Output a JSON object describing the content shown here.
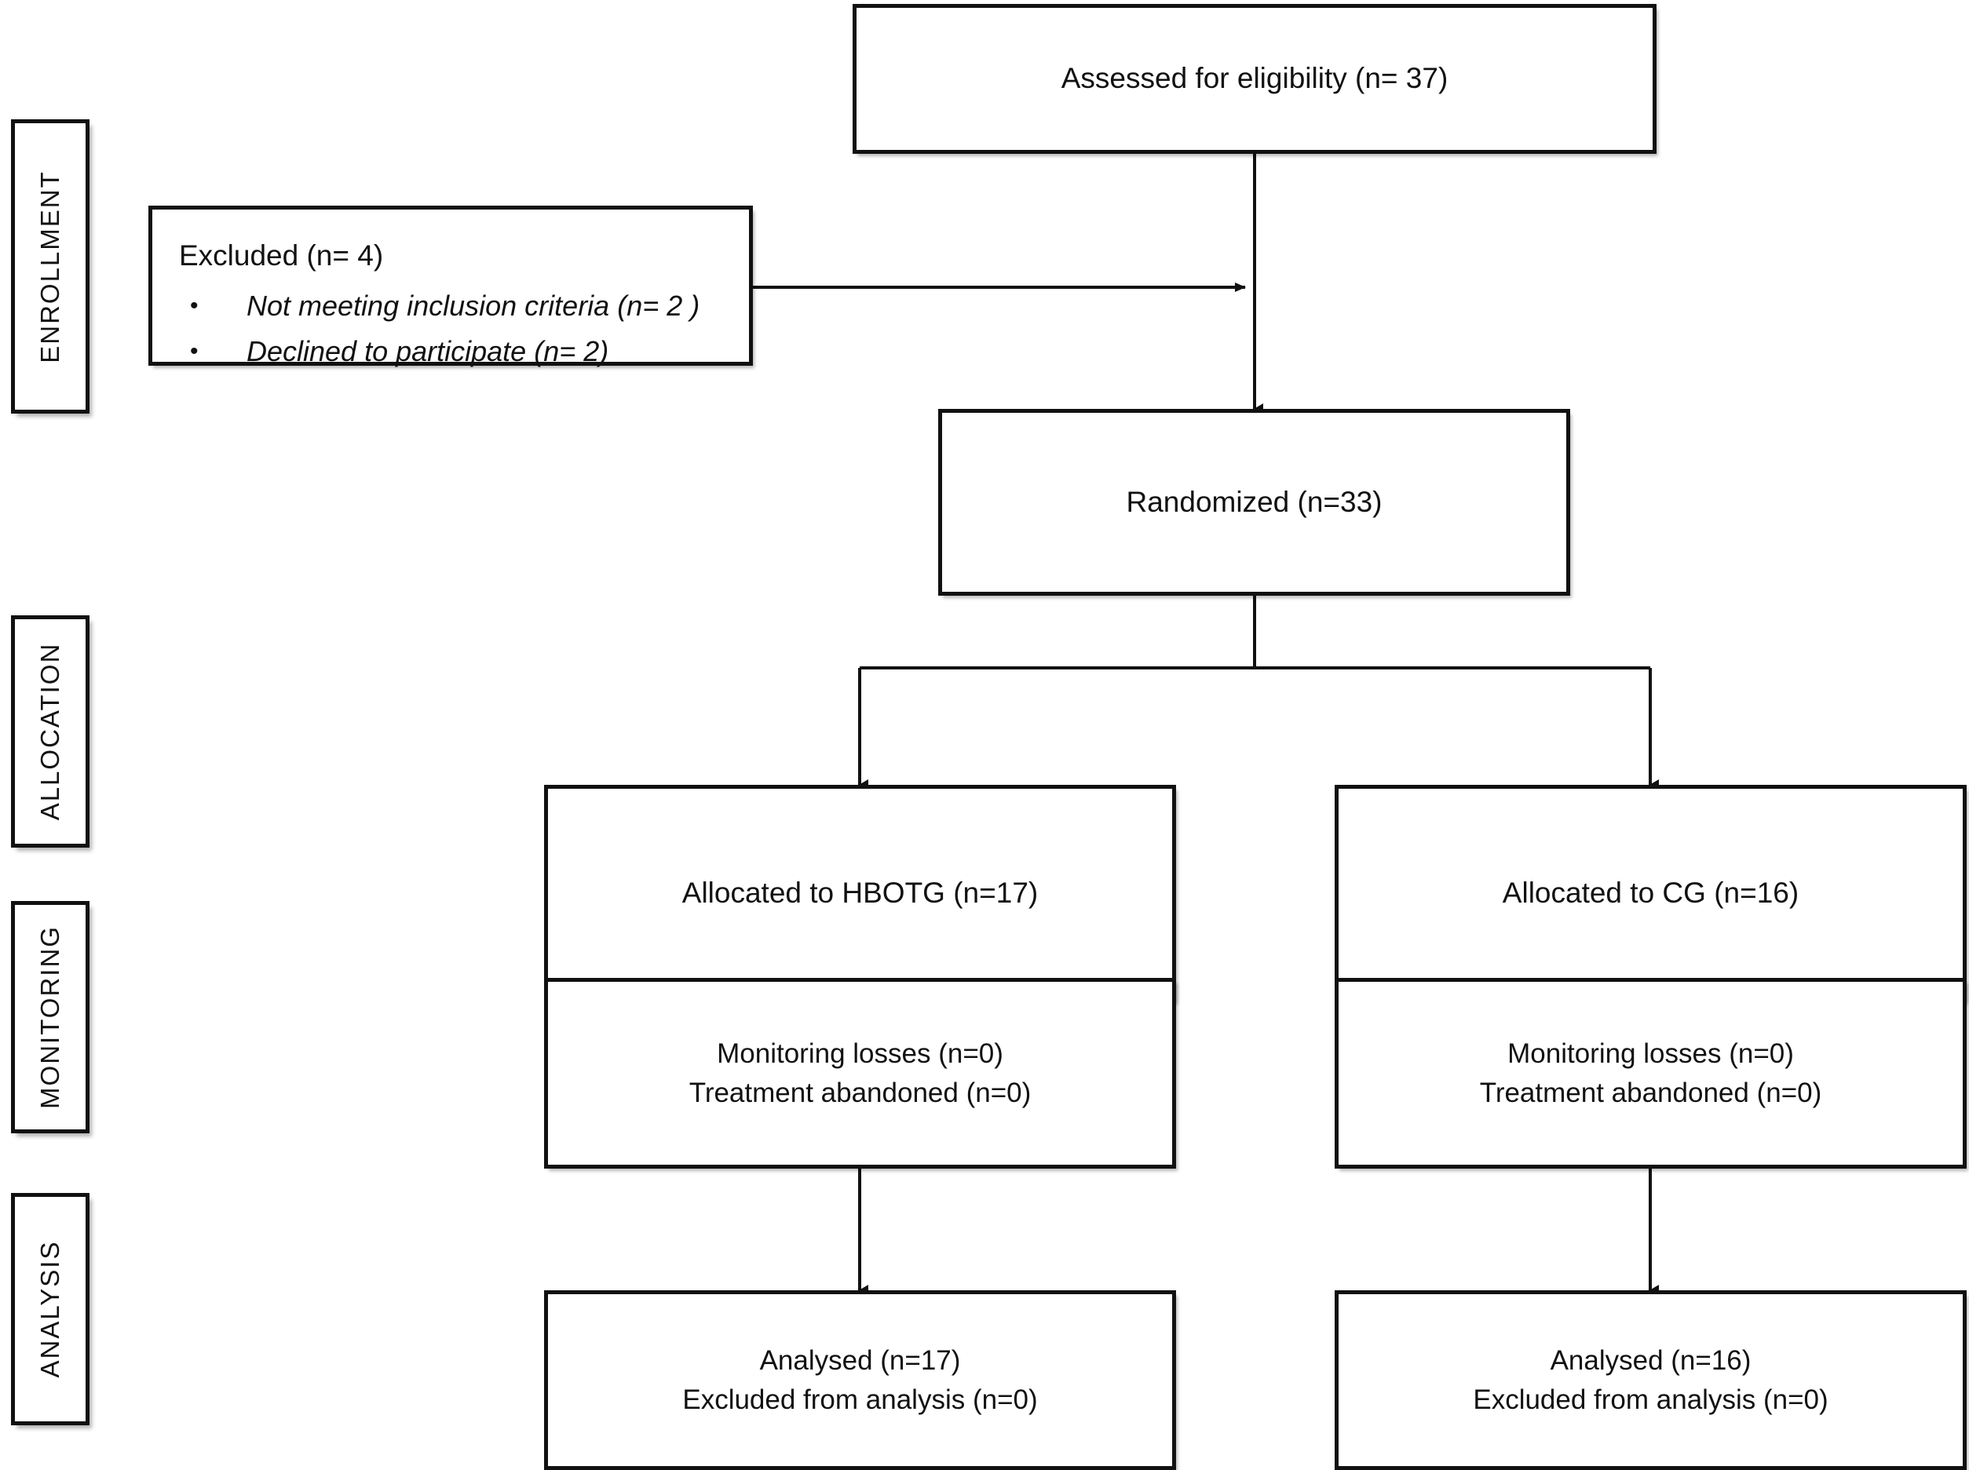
{
  "diagram": {
    "type": "consort-flow-diagram",
    "stages": [
      {
        "id": "enrollment",
        "label": "ENROLLMENT"
      },
      {
        "id": "allocation",
        "label": "ALLOCATION"
      },
      {
        "id": "monitoring",
        "label": "MONITORING"
      },
      {
        "id": "analysis",
        "label": "ANALYSIS"
      }
    ],
    "nodes": {
      "assessed": {
        "label": "Assessed  for eligibility (n= 37)"
      },
      "excluded": {
        "title": "Excluded   (n= 4)",
        "bullet_char": "•",
        "items": [
          "Not meeting inclusion criteria (n= 2 )",
          "Declined to participate (n= 2)"
        ]
      },
      "randomized": {
        "label": "Randomized  (n=33)"
      },
      "allocated_left": {
        "label": "Allocated  to HBOTG (n=17)"
      },
      "allocated_right": {
        "label": "Allocated  to CG (n=16)"
      },
      "monitoring_left": {
        "line1": "Monitoring losses (n=0)",
        "line2": "Treatment abandoned (n=0)"
      },
      "monitoring_right": {
        "line1": "Monitoring losses (n=0)",
        "line2": "Treatment abandoned (n=0)"
      },
      "analysis_left": {
        "line1": "Analysed (n=17)",
        "line2": "Excluded from analysis (n=0)"
      },
      "analysis_right": {
        "line1": "Analysed (n=16)",
        "line2": "Excluded from analysis (n=0)"
      }
    },
    "colors": {
      "stroke": "#111111",
      "background": "#ffffff",
      "text": "#111111"
    }
  }
}
